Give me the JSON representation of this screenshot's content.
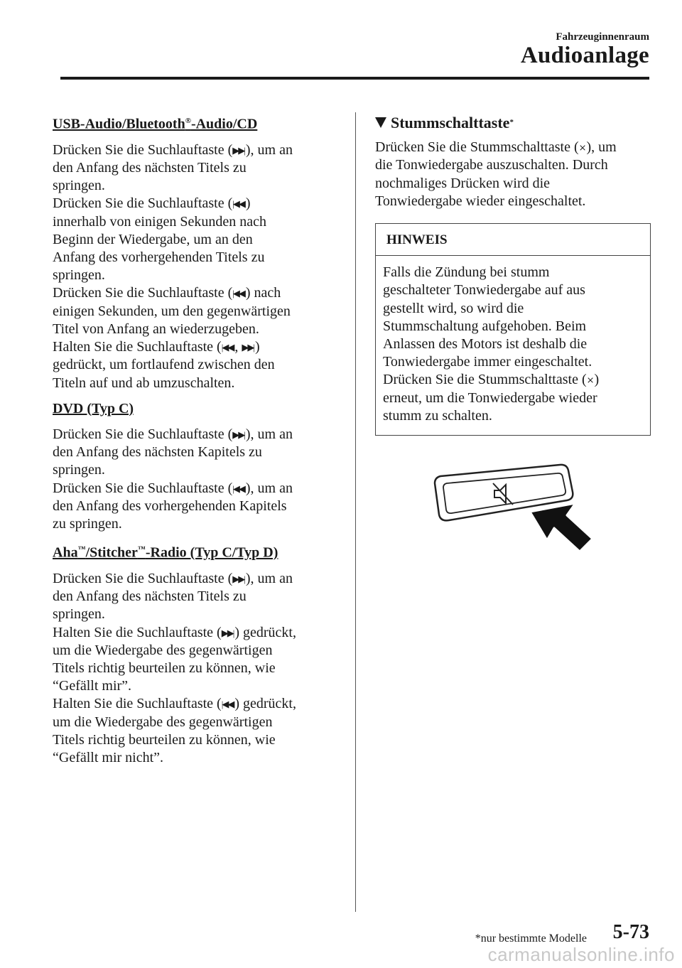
{
  "header": {
    "section": "Fahrzeuginnenraum",
    "title": "Audioanlage"
  },
  "left": {
    "usb": {
      "heading_pre": "USB-Audio/Bluetooth",
      "heading_sup": "®",
      "heading_post": "-Audio/CD",
      "lines": [
        [
          "Drücken Sie die Suchlauftaste (",
          "next",
          "), um an"
        ],
        [
          "den Anfang des nächsten Titels zu"
        ],
        [
          "springen."
        ],
        [
          "Drücken Sie die Suchlauftaste (",
          "prev",
          ")"
        ],
        [
          "innerhalb von einigen Sekunden nach"
        ],
        [
          "Beginn der Wiedergabe, um an den"
        ],
        [
          "Anfang des vorhergehenden Titels zu"
        ],
        [
          "springen."
        ],
        [
          "Drücken Sie die Suchlauftaste (",
          "prev",
          ") nach"
        ],
        [
          "einigen Sekunden, um den gegenwärtigen"
        ],
        [
          "Titel von Anfang an wiederzugeben."
        ],
        [
          "Halten Sie die Suchlauftaste (",
          "prev",
          ", ",
          "next",
          ")"
        ],
        [
          "gedrückt, um fortlaufend zwischen den"
        ],
        [
          "Titeln auf und ab umzuschalten."
        ]
      ]
    },
    "dvd": {
      "heading": "DVD (Typ C)",
      "lines": [
        [
          "Drücken Sie die Suchlauftaste (",
          "next",
          "), um an"
        ],
        [
          "den Anfang des nächsten Kapitels zu"
        ],
        [
          "springen."
        ],
        [
          "Drücken Sie die Suchlauftaste (",
          "prev",
          "), um an"
        ],
        [
          "den Anfang des vorhergehenden Kapitels"
        ],
        [
          "zu springen."
        ]
      ]
    },
    "aha": {
      "heading_a": "Aha",
      "tm": "™",
      "heading_b": "/Stitcher",
      "heading_c": "-Radio (Typ C/Typ D)",
      "lines": [
        [
          "Drücken Sie die Suchlauftaste (",
          "next",
          "), um an"
        ],
        [
          "den Anfang des nächsten Titels zu"
        ],
        [
          "springen."
        ],
        [
          "Halten Sie die Suchlauftaste (",
          "next",
          ") gedrückt,"
        ],
        [
          "um die Wiedergabe des gegenwärtigen"
        ],
        [
          "Titels richtig beurteilen zu können, wie"
        ],
        [
          "“Gefällt mir”."
        ],
        [
          "Halten Sie die Suchlauftaste (",
          "prev",
          ") gedrückt,"
        ],
        [
          "um die Wiedergabe des gegenwärtigen"
        ],
        [
          "Titels richtig beurteilen zu können, wie"
        ],
        [
          "“Gefällt mir nicht”."
        ]
      ]
    }
  },
  "right": {
    "heading": "Stummschalttaste",
    "heading_sup": "*",
    "lines": [
      [
        "Drücken Sie die Stummschalttaste (",
        "mute",
        "), um"
      ],
      [
        "die Tonwiedergabe auszuschalten. Durch"
      ],
      [
        "nochmaliges Drücken wird die"
      ],
      [
        "Tonwiedergabe wieder eingeschaltet."
      ]
    ],
    "note": {
      "title": "HINWEIS",
      "lines": [
        [
          "Falls die Zündung bei stumm"
        ],
        [
          "geschalteter Tonwiedergabe auf aus"
        ],
        [
          "gestellt wird, so wird die"
        ],
        [
          "Stummschaltung aufgehoben. Beim"
        ],
        [
          "Anlassen des Motors ist deshalb die"
        ],
        [
          "Tonwiedergabe immer eingeschaltet."
        ],
        [
          "Drücken Sie die Stummschalttaste (",
          "mute",
          ")"
        ],
        [
          "erneut, um die Tonwiedergabe wieder"
        ],
        [
          "stumm zu schalten."
        ]
      ]
    }
  },
  "glyphs": {
    "next": "▶▶|",
    "prev": "|◀◀",
    "mute": "⨯"
  },
  "icons": {
    "next": "next-track-icon",
    "prev": "previous-track-icon",
    "mute": "mute-icon"
  },
  "footer": {
    "note": "*nur bestimmte Modelle",
    "page": "5-73",
    "watermark": "carmanualsonline.info"
  }
}
